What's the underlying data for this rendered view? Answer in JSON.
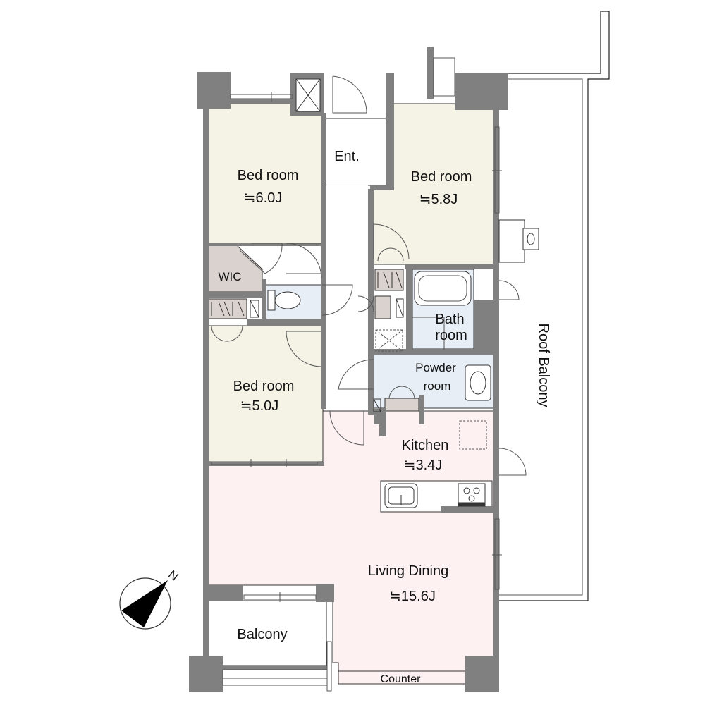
{
  "colors": {
    "bedroom": "#f4f3e6",
    "wet_area": "#e7eef5",
    "living": "#fdf1f1",
    "storage": "#d9d2ce",
    "wall": "#808080",
    "balcony": "#ffffff"
  },
  "rooms": {
    "bedroom_nw": {
      "name": "Bed room",
      "size": "≒6.0J"
    },
    "bedroom_ne": {
      "name": "Bed room",
      "size": "≒5.8J"
    },
    "bedroom_w": {
      "name": "Bed room",
      "size": "≒5.0J"
    },
    "entrance": {
      "name": "Ent."
    },
    "wic": {
      "name": "WIC"
    },
    "bath": {
      "line1": "Bath",
      "line2": "room"
    },
    "powder": {
      "line1": "Powder",
      "line2": "room"
    },
    "kitchen": {
      "name": "Kitchen",
      "size": "≒3.4J"
    },
    "living": {
      "name": "Living Dining",
      "size": "≒15.6J"
    },
    "balcony": {
      "name": "Balcony"
    },
    "roof_balcony": {
      "name": "Roof Balcony"
    },
    "counter": {
      "name": "Counter"
    }
  },
  "compass": {
    "label": "N",
    "icon": "north-arrow-icon"
  }
}
